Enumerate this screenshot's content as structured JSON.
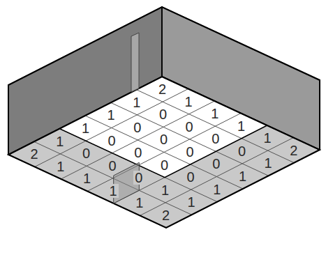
{
  "diagram": {
    "labels": [
      "2",
      "1",
      "1",
      "1",
      "1",
      "2",
      "1",
      "0",
      "0",
      "0",
      "0",
      "1",
      "1",
      "0",
      "0",
      "0",
      "0",
      "1",
      "1",
      "0",
      "0",
      "0",
      "0",
      "1",
      "1",
      "0",
      "0",
      "0",
      "1",
      "1",
      "2",
      "1",
      "1",
      "1",
      "1",
      "2"
    ]
  }
}
